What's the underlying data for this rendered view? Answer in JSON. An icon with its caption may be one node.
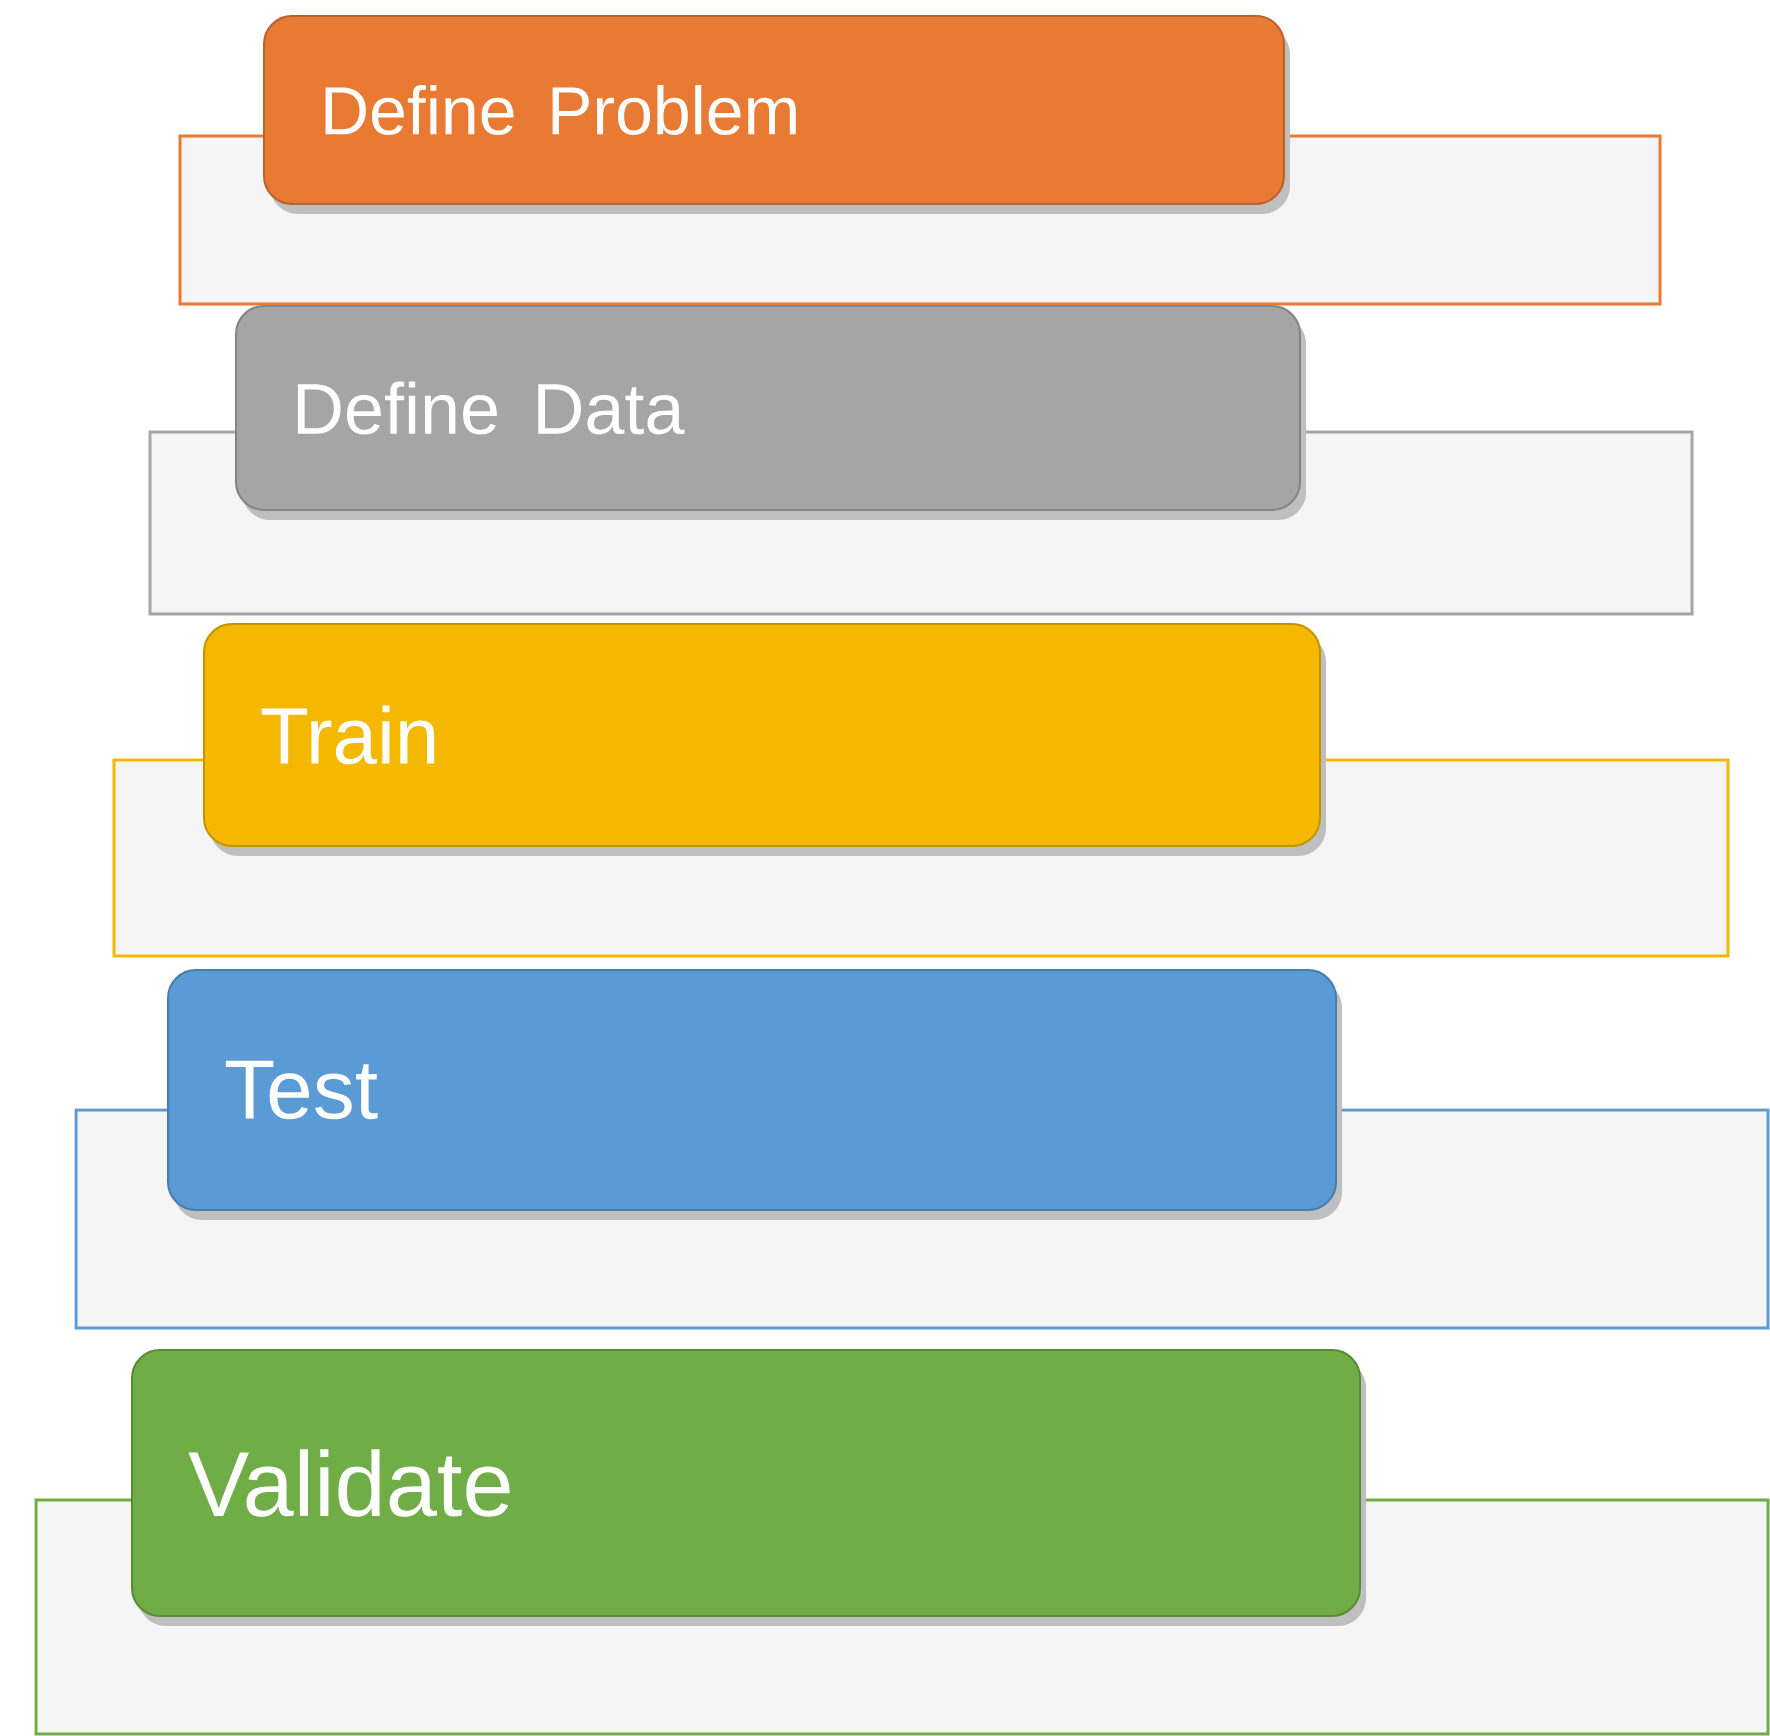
{
  "diagram": {
    "nodes": [
      {
        "text": [
          "Define Problem"
        ]
      },
      {
        "text": [],
        "shape": "box"
      },
      {
        "text": [
          "Define Data"
        ]
      },
      {
        "text": [],
        "shape": "box"
      },
      {
        "text": [
          "Train"
        ]
      },
      {
        "text": [],
        "shape": "box"
      },
      {
        "text": [
          "Test"
        ]
      },
      {
        "text": [],
        "shape": "box"
      },
      {
        "text": [
          "Validate"
        ]
      },
      {
        "text": [],
        "shape": "box"
      }
    ]
  }
}
